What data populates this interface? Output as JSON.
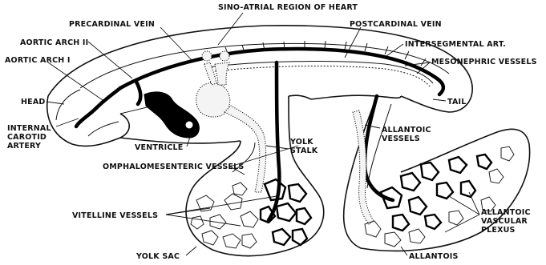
{
  "labels": {
    "sino_atrial": "SINO-ATRIAL REGION OF HEART",
    "precardinal_vein": "PRECARDINAL VEIN",
    "postcardinal_vein": "POSTCARDINAL VEIN",
    "aortic_arch_2": "AORTIC ARCH II",
    "intersegmental_art": "INTERSEGMENTAL ART.",
    "aortic_arch_1": "AORTIC ARCH I",
    "mesonephric_vessels": "MESONEPHRIC VESSELS",
    "head": "HEAD",
    "tail": "TAIL",
    "internal_carotid_line1": "INTERNAL",
    "internal_carotid_line2": "CAROTID",
    "internal_carotid_line3": "ARTERY",
    "allantoic_vessels_line1": "ALLANTOIC",
    "allantoic_vessels_line2": "VESSELS",
    "ventricle": "VENTRICLE",
    "yolk_stalk_line1": "YOLK",
    "yolk_stalk_line2": "STALK",
    "omphalomesenteric_vessels": "OMPHALOMESENTERIC VESSELS",
    "vitelline_vessels": "VITELLINE VESSELS",
    "allantoic_plexus_line1": "ALLANTOIC",
    "allantoic_plexus_line2": "VASCULAR",
    "allantoic_plexus_line3": "PLEXUS",
    "yolk_sac": "YOLK SAC",
    "allantois": "ALLANTOIS"
  }
}
